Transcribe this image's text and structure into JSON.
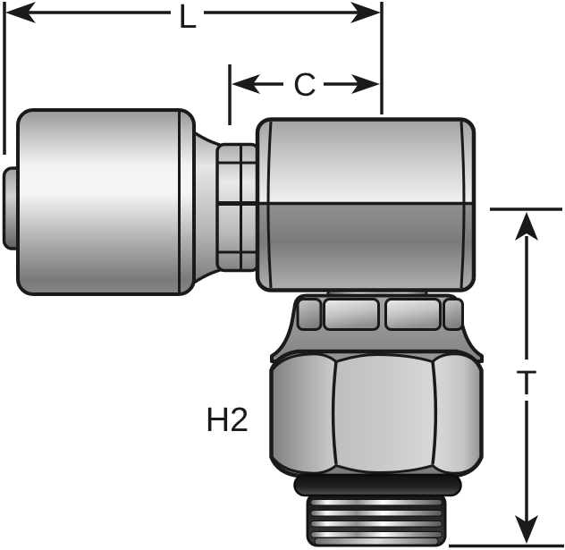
{
  "labels": {
    "dim_length": "L",
    "dim_cutoff": "C",
    "dim_thread": "T",
    "part_code": "H2"
  },
  "colors": {
    "background": "#ffffff",
    "line_color": "#1a1a1a",
    "metal_highlight": "#f6f6f6",
    "metal_midtone": "#b5b5b5",
    "metal_shadow": "#6a6a6a",
    "oring_color": "#1f1f1f"
  }
}
